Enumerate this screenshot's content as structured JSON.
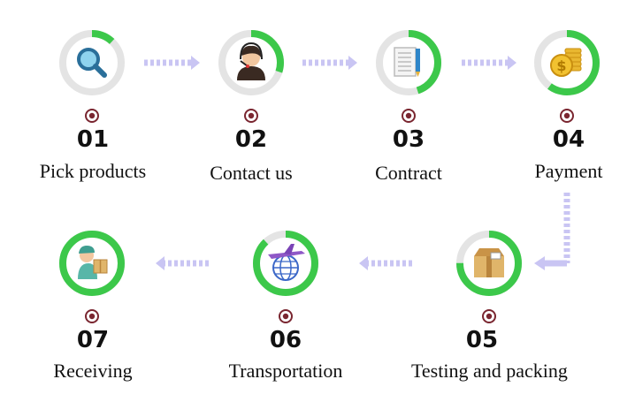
{
  "colors": {
    "ring_track": "#e4e4e4",
    "ring_progress": "#3cc84a",
    "arrow": "#c9c5f3",
    "marker": "#7a2630",
    "text": "#111111"
  },
  "steps": [
    {
      "number": "01",
      "label": "Pick products",
      "icon": "magnifier-icon",
      "progress": 0.12
    },
    {
      "number": "02",
      "label": "Contact us",
      "icon": "customer-service-icon",
      "progress": 0.3
    },
    {
      "number": "03",
      "label": "Contract",
      "icon": "contract-document-icon",
      "progress": 0.45
    },
    {
      "number": "04",
      "label": "Payment",
      "icon": "coin-payment-icon",
      "progress": 0.6
    },
    {
      "number": "05",
      "label": "Testing and packing",
      "icon": "package-box-icon",
      "progress": 0.75
    },
    {
      "number": "06",
      "label": "Transportation",
      "icon": "airplane-globe-icon",
      "progress": 0.88
    },
    {
      "number": "07",
      "label": "Receiving",
      "icon": "courier-delivery-icon",
      "progress": 1.0
    }
  ]
}
